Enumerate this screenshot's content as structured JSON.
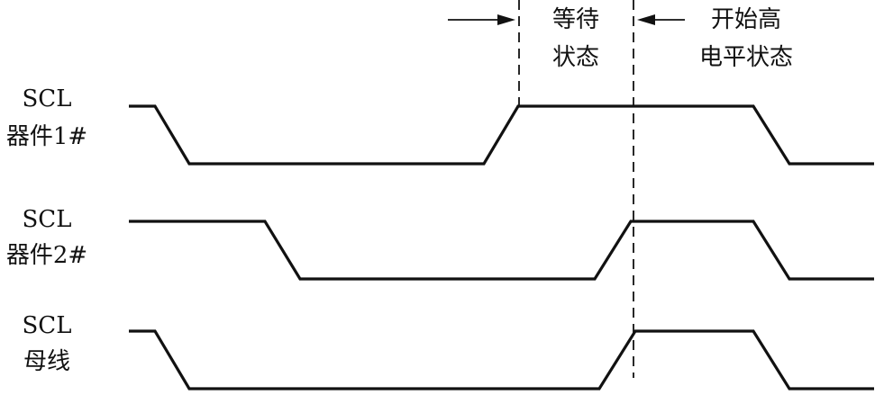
{
  "signals": [
    {
      "line1": "SCL",
      "line2": "器件1#"
    },
    {
      "line1": "SCL",
      "line2": "器件2#"
    },
    {
      "line1": "SCL",
      "line2": "母线"
    }
  ],
  "annotations": {
    "wait": {
      "line1": "等待",
      "line2": "状态"
    },
    "high": {
      "line1": "开始高",
      "line2": "电平状态"
    }
  },
  "colors": {
    "ink": "#111111",
    "background": "#ffffff"
  }
}
